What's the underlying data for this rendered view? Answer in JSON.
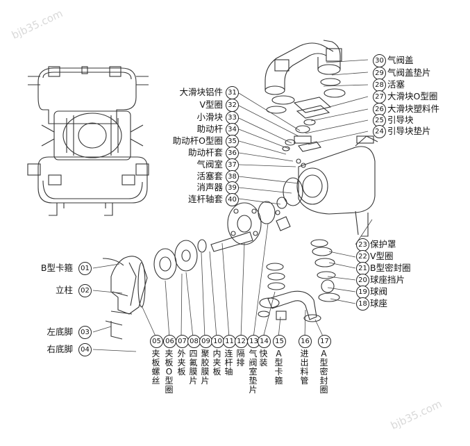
{
  "watermark": "bjb35.com",
  "right_labels": [
    {
      "num": "30",
      "text": "气阀盖"
    },
    {
      "num": "29",
      "text": "气阀盖垫片"
    },
    {
      "num": "28",
      "text": "活塞"
    },
    {
      "num": "27",
      "text": "大滑块O型圈"
    },
    {
      "num": "26",
      "text": "大滑块塑料件"
    },
    {
      "num": "25",
      "text": "引导块"
    },
    {
      "num": "24",
      "text": "引导块垫片"
    }
  ],
  "left_labels": [
    {
      "num": "31",
      "text": "大滑块铝件"
    },
    {
      "num": "32",
      "text": "V型圈"
    },
    {
      "num": "33",
      "text": "小滑块"
    },
    {
      "num": "34",
      "text": "助动杆"
    },
    {
      "num": "35",
      "text": "助动杆O型圈"
    },
    {
      "num": "36",
      "text": "助动杆套"
    },
    {
      "num": "37",
      "text": "气阀室"
    },
    {
      "num": "38",
      "text": "活塞套"
    },
    {
      "num": "39",
      "text": "消声器"
    },
    {
      "num": "40",
      "text": "连杆轴套"
    }
  ],
  "lower_right_labels": [
    {
      "num": "23",
      "text": "保护罩"
    },
    {
      "num": "22",
      "text": "V型圈"
    },
    {
      "num": "21",
      "text": "B型密封圈"
    },
    {
      "num": "20",
      "text": "球座挡片"
    },
    {
      "num": "19",
      "text": "球阀"
    },
    {
      "num": "18",
      "text": "球座"
    }
  ],
  "lower_left_labels": [
    {
      "num": "01",
      "text": "B型卡箍"
    },
    {
      "num": "02",
      "text": "立柱"
    },
    {
      "num": "03",
      "text": "左底脚"
    },
    {
      "num": "04",
      "text": "右底脚"
    }
  ],
  "bottom_labels": [
    {
      "num": "05",
      "text": "夹板螺丝"
    },
    {
      "num": "06",
      "text": "夹板O型圈"
    },
    {
      "num": "07",
      "text": "外夹板"
    },
    {
      "num": "08",
      "text": "四氟膜片"
    },
    {
      "num": "09",
      "text": "聚胶膜片"
    },
    {
      "num": "10",
      "text": "内夹板"
    },
    {
      "num": "11",
      "text": "连杆轴"
    },
    {
      "num": "12",
      "text": "隔排"
    },
    {
      "num": "13",
      "text": "气阀室垫片"
    },
    {
      "num": "14",
      "text": "快装"
    },
    {
      "num": "15",
      "text": "A型卡箍"
    },
    {
      "num": "16",
      "text": "进出料管"
    },
    {
      "num": "17",
      "text": "A型密封圈"
    }
  ]
}
